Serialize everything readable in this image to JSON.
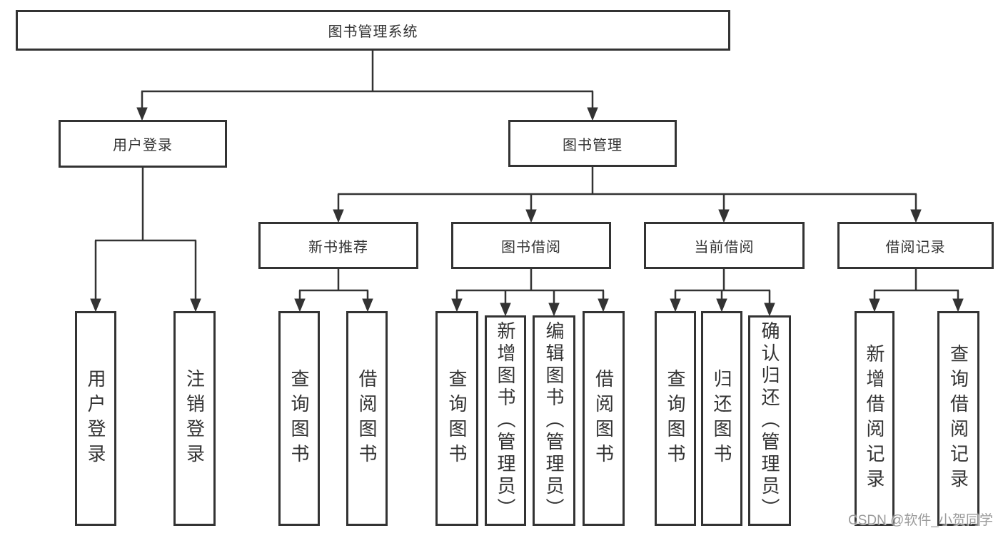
{
  "colors": {
    "line": "#333333",
    "text": "#333333",
    "background": "#ffffff",
    "watermark": "#8a8a8a"
  },
  "watermark": {
    "text": "CSDN @软件_小贺同学"
  },
  "tree": {
    "root": {
      "label": "图书管理系统"
    },
    "branches": [
      {
        "label": "用户登录",
        "children": [
          {
            "label": "用户登录"
          },
          {
            "label": "注销登录"
          }
        ]
      },
      {
        "label": "图书管理",
        "children": [
          {
            "label": "新书推荐",
            "children": [
              {
                "label": "查询图书"
              },
              {
                "label": "借阅图书"
              }
            ]
          },
          {
            "label": "图书借阅",
            "children": [
              {
                "label": "查询图书"
              },
              {
                "label": "新增图书（管理员）"
              },
              {
                "label": "编辑图书（管理员）"
              },
              {
                "label": "借阅图书"
              }
            ]
          },
          {
            "label": "当前借阅",
            "children": [
              {
                "label": "查询图书"
              },
              {
                "label": "归还图书"
              },
              {
                "label": "确认归还（管理员）"
              }
            ]
          },
          {
            "label": "借阅记录",
            "children": [
              {
                "label": "新增借阅记录"
              },
              {
                "label": "查询借阅记录"
              }
            ]
          }
        ]
      }
    ]
  }
}
